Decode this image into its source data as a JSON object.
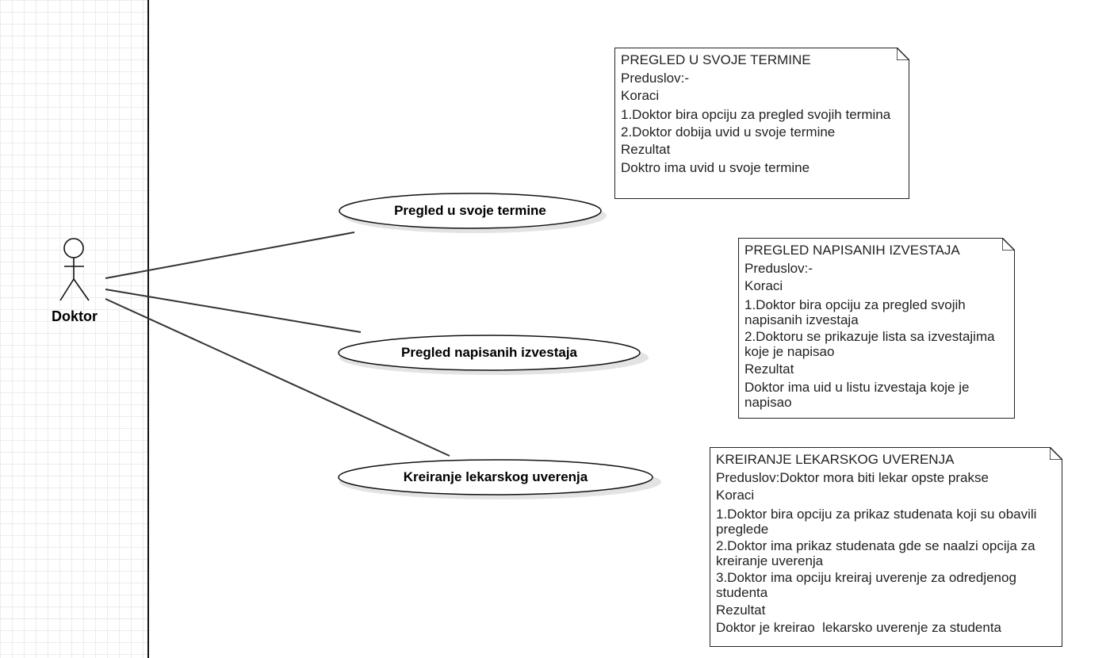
{
  "actor": {
    "name": "Doktor"
  },
  "use_cases": [
    {
      "label": "Pregled u svoje termine"
    },
    {
      "label": "Pregled napisanih izvestaja"
    },
    {
      "label": "Kreiranje lekarskog uverenja"
    }
  ],
  "notes": [
    {
      "lines": [
        "PREGLED U SVOJE TERMINE",
        "Preduslov:-",
        "Koraci",
        "1.Doktor bira opciju za pregled svojih termina",
        "2.Doktor dobija uvid u svoje termine",
        "Rezultat",
        "Doktro ima uvid u svoje termine"
      ]
    },
    {
      "lines": [
        "PREGLED NAPISANIH IZVESTAJA",
        "Preduslov:-",
        "Koraci",
        "1.Doktor bira opciju za pregled svojih napisanih izvestaja",
        "2.Doktoru se prikazuje lista sa izvestajima koje je napisao",
        "Rezultat",
        "Doktor ima uid u listu izvestaja koje je napisao"
      ]
    },
    {
      "lines": [
        "KREIRANJE LEKARSKOG UVERENJA",
        "Preduslov:Doktor mora biti lekar opste prakse",
        "Koraci",
        "1.Doktor bira opciju za prikaz studenata koji su obavili preglede",
        "2.Doktor ima prikaz studenata gde se naalzi opcija za kreiranje uverenja",
        "3.Doktor ima opciju kreiraj uverenje za odredjenog studenta",
        "Rezultat",
        "Doktor je kreirao  lekarsko uverenje za studenta"
      ]
    }
  ]
}
